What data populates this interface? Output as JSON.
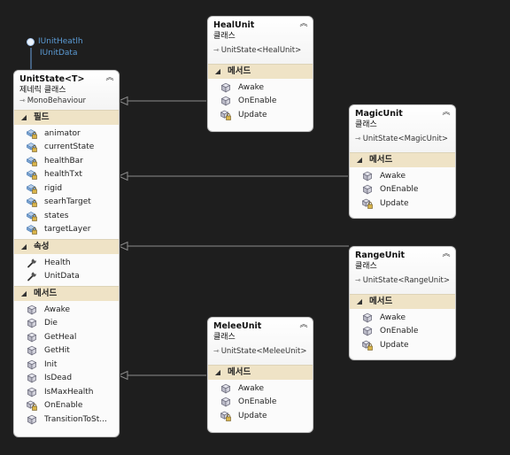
{
  "interfaces": [
    "IUnitHeatlh",
    "IUnitData"
  ],
  "icons": {
    "collapse": "double-chevron-up-icon",
    "section_toggle": "triangle-toggle-icon",
    "field": "field-icon",
    "property": "wrench-icon",
    "method": "cube-method-icon",
    "protected_method": "locked-cube-method-icon"
  },
  "unit_state": {
    "title": "UnitState<T>",
    "kind": "제네릭 클래스",
    "base": "MonoBehaviour",
    "fields_label": "필드",
    "fields": [
      "animator",
      "currentState",
      "healthBar",
      "healthTxt",
      "rigid",
      "searhTarget",
      "states",
      "targetLayer"
    ],
    "properties_label": "속성",
    "properties": [
      "Health",
      "UnitData"
    ],
    "methods_label": "메서드",
    "methods": [
      "Awake",
      "Die",
      "GetHeal",
      "GetHit",
      "Init",
      "IsDead",
      "IsMaxHealth",
      "OnEnable",
      "TransitionToSt..."
    ]
  },
  "heal_unit": {
    "title": "HealUnit",
    "kind": "클래스",
    "base": "UnitState<HealUnit>",
    "methods_label": "메서드",
    "methods": [
      "Awake",
      "OnEnable",
      "Update"
    ]
  },
  "magic_unit": {
    "title": "MagicUnit",
    "kind": "클래스",
    "base": "UnitState<MagicUnit>",
    "methods_label": "메서드",
    "methods": [
      "Awake",
      "OnEnable",
      "Update"
    ]
  },
  "range_unit": {
    "title": "RangeUnit",
    "kind": "클래스",
    "base": "UnitState<RangeUnit>",
    "methods_label": "메서드",
    "methods": [
      "Awake",
      "OnEnable",
      "Update"
    ]
  },
  "melee_unit": {
    "title": "MeleeUnit",
    "kind": "클래스",
    "base": "UnitState<MeleeUnit>",
    "methods_label": "메서드",
    "methods": [
      "Awake",
      "OnEnable",
      "Update"
    ]
  }
}
